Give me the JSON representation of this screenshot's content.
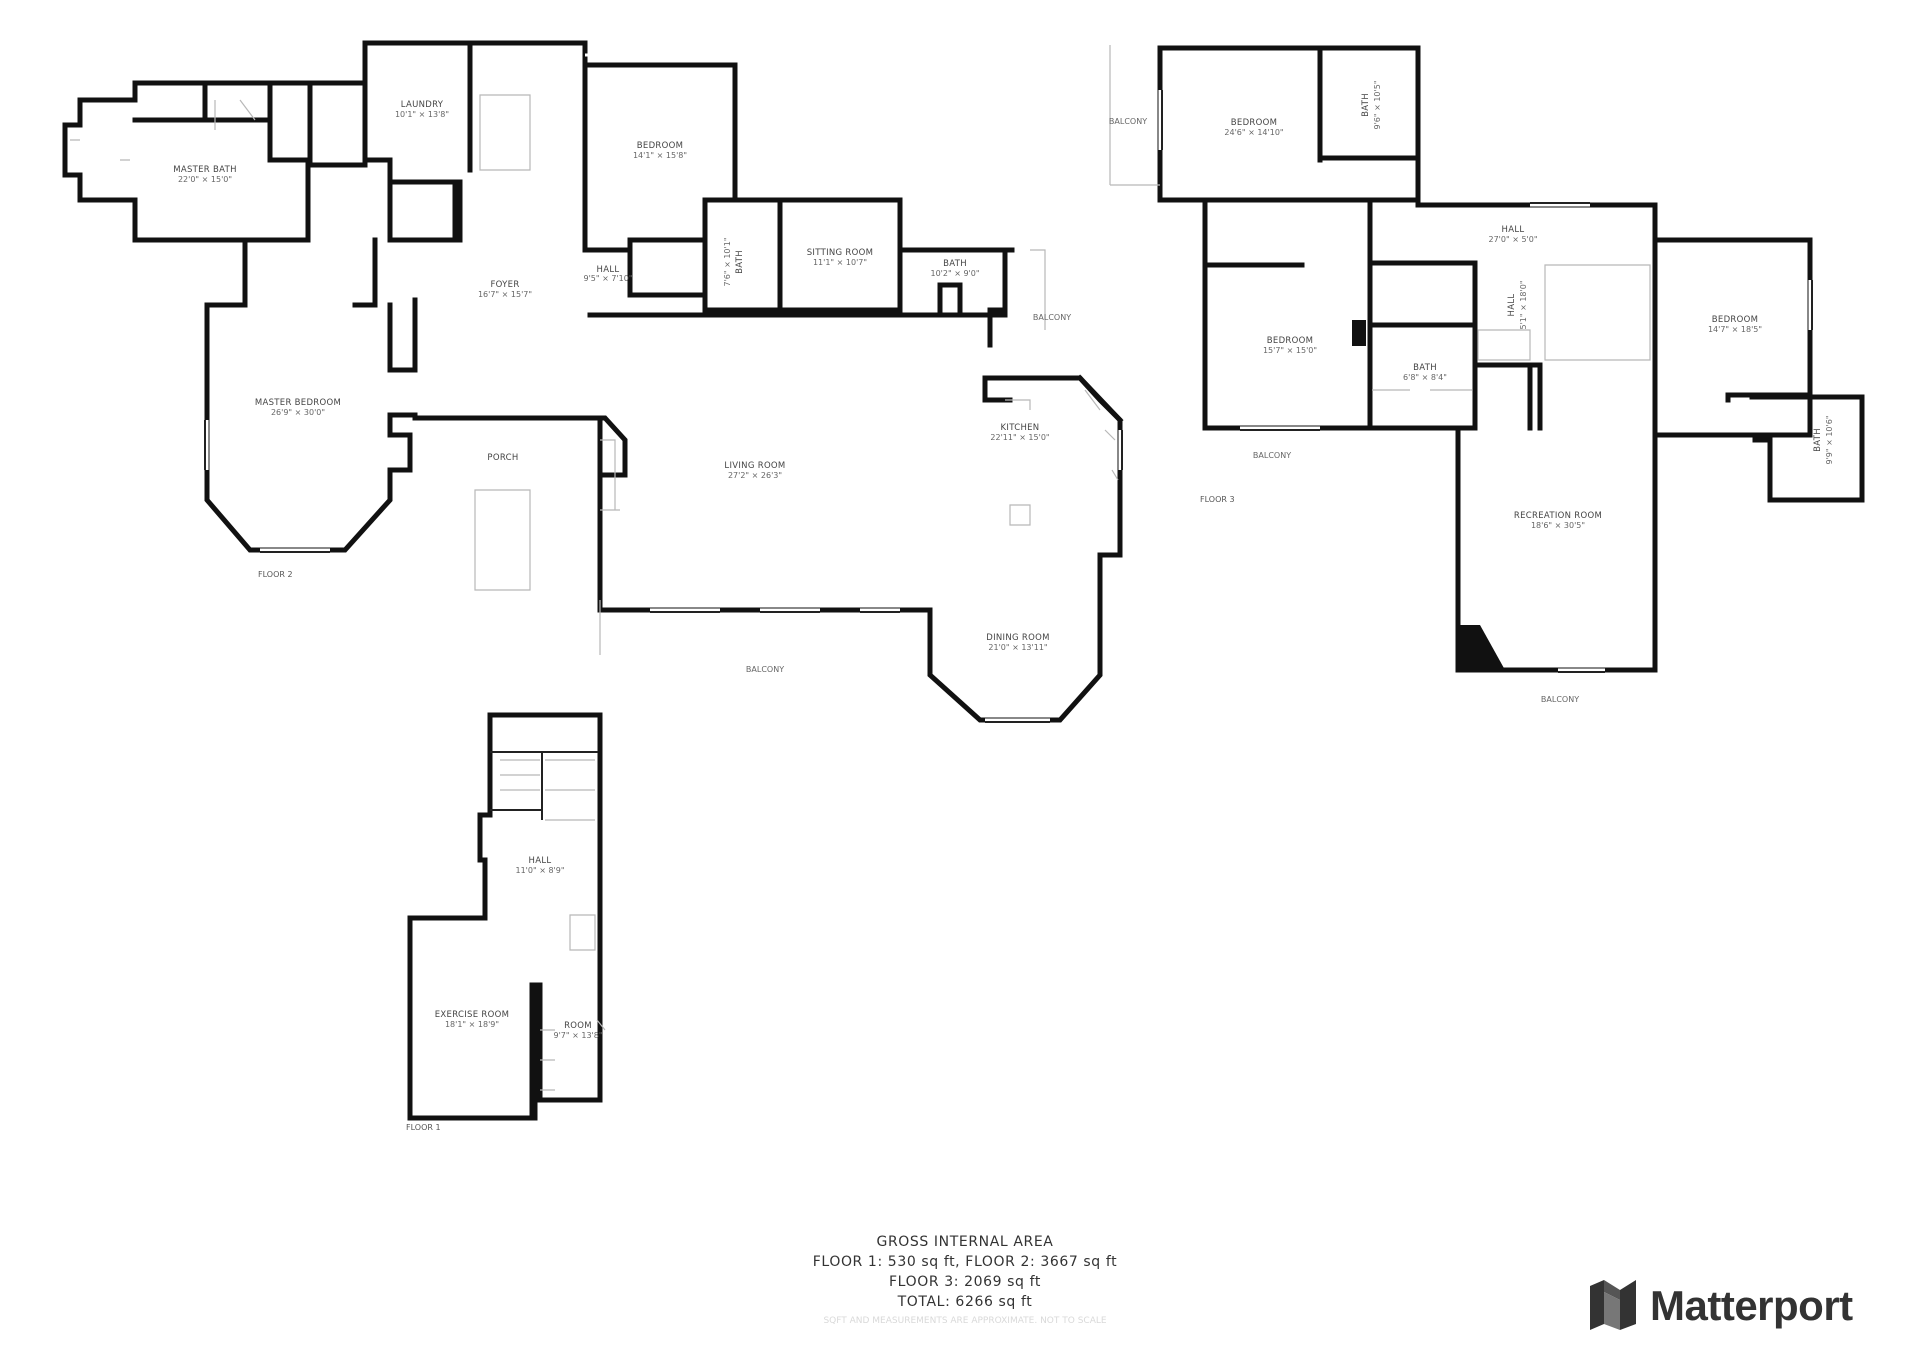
{
  "floors": [
    {
      "label": "FLOOR 1",
      "rooms": [
        {
          "name": "HALL",
          "dims": "11'0\" × 8'9\""
        },
        {
          "name": "EXERCISE ROOM",
          "dims": "18'1\" × 18'9\""
        },
        {
          "name": "ROOM",
          "dims": "9'7\" × 13'8\""
        }
      ]
    },
    {
      "label": "FLOOR 2",
      "rooms": [
        {
          "name": "MASTER BATH",
          "dims": "22'0\" × 15'0\""
        },
        {
          "name": "LAUNDRY",
          "dims": "10'1\" × 13'8\""
        },
        {
          "name": "BEDROOM",
          "dims": "14'1\" × 15'8\""
        },
        {
          "name": "FOYER",
          "dims": "16'7\" × 15'7\""
        },
        {
          "name": "HALL",
          "dims": "9'5\" × 7'10\""
        },
        {
          "name": "BATH",
          "dims": "7'6\" × 10'1\""
        },
        {
          "name": "SITTING ROOM",
          "dims": "11'1\" × 10'7\""
        },
        {
          "name": "BATH",
          "dims": "10'2\" × 9'0\""
        },
        {
          "name": "MASTER BEDROOM",
          "dims": "26'9\" × 30'0\""
        },
        {
          "name": "PORCH",
          "dims": ""
        },
        {
          "name": "KITCHEN",
          "dims": "22'11\" × 15'0\""
        },
        {
          "name": "LIVING ROOM",
          "dims": "27'2\" × 26'3\""
        },
        {
          "name": "DINING ROOM",
          "dims": "21'0\" × 13'11\""
        }
      ],
      "balconies": [
        "BALCONY",
        "BALCONY"
      ]
    },
    {
      "label": "FLOOR 3",
      "rooms": [
        {
          "name": "BEDROOM",
          "dims": "24'6\" × 14'10\""
        },
        {
          "name": "BATH",
          "dims": "9'6\" × 10'5\""
        },
        {
          "name": "HALL",
          "dims": "27'0\" × 5'0\""
        },
        {
          "name": "HALL",
          "dims": "5'1\" × 18'0\""
        },
        {
          "name": "BEDROOM",
          "dims": "15'7\" × 15'0\""
        },
        {
          "name": "BATH",
          "dims": "6'8\" × 8'4\""
        },
        {
          "name": "BEDROOM",
          "dims": "14'7\" × 18'5\""
        },
        {
          "name": "BATH",
          "dims": "9'9\" × 10'6\""
        },
        {
          "name": "RECREATION ROOM",
          "dims": "18'6\" × 30'5\""
        }
      ],
      "balconies": [
        "BALCONY",
        "BALCONY",
        "BALCONY"
      ]
    }
  ],
  "gross_internal_area": {
    "heading": "GROSS INTERNAL AREA",
    "line1": "FLOOR 1: 530 sq ft, FLOOR 2: 3667 sq ft",
    "line2": "FLOOR 3: 2069 sq ft",
    "line3": "TOTAL: 6266 sq ft"
  },
  "watermark": "SQFT AND MEASUREMENTS ARE APPROXIMATE. NOT TO SCALE",
  "logo": {
    "text": "Matterport",
    "icon": "matterport-logo-icon"
  },
  "colors": {
    "wall": "#111111",
    "background": "#ffffff",
    "text": "#333333"
  }
}
